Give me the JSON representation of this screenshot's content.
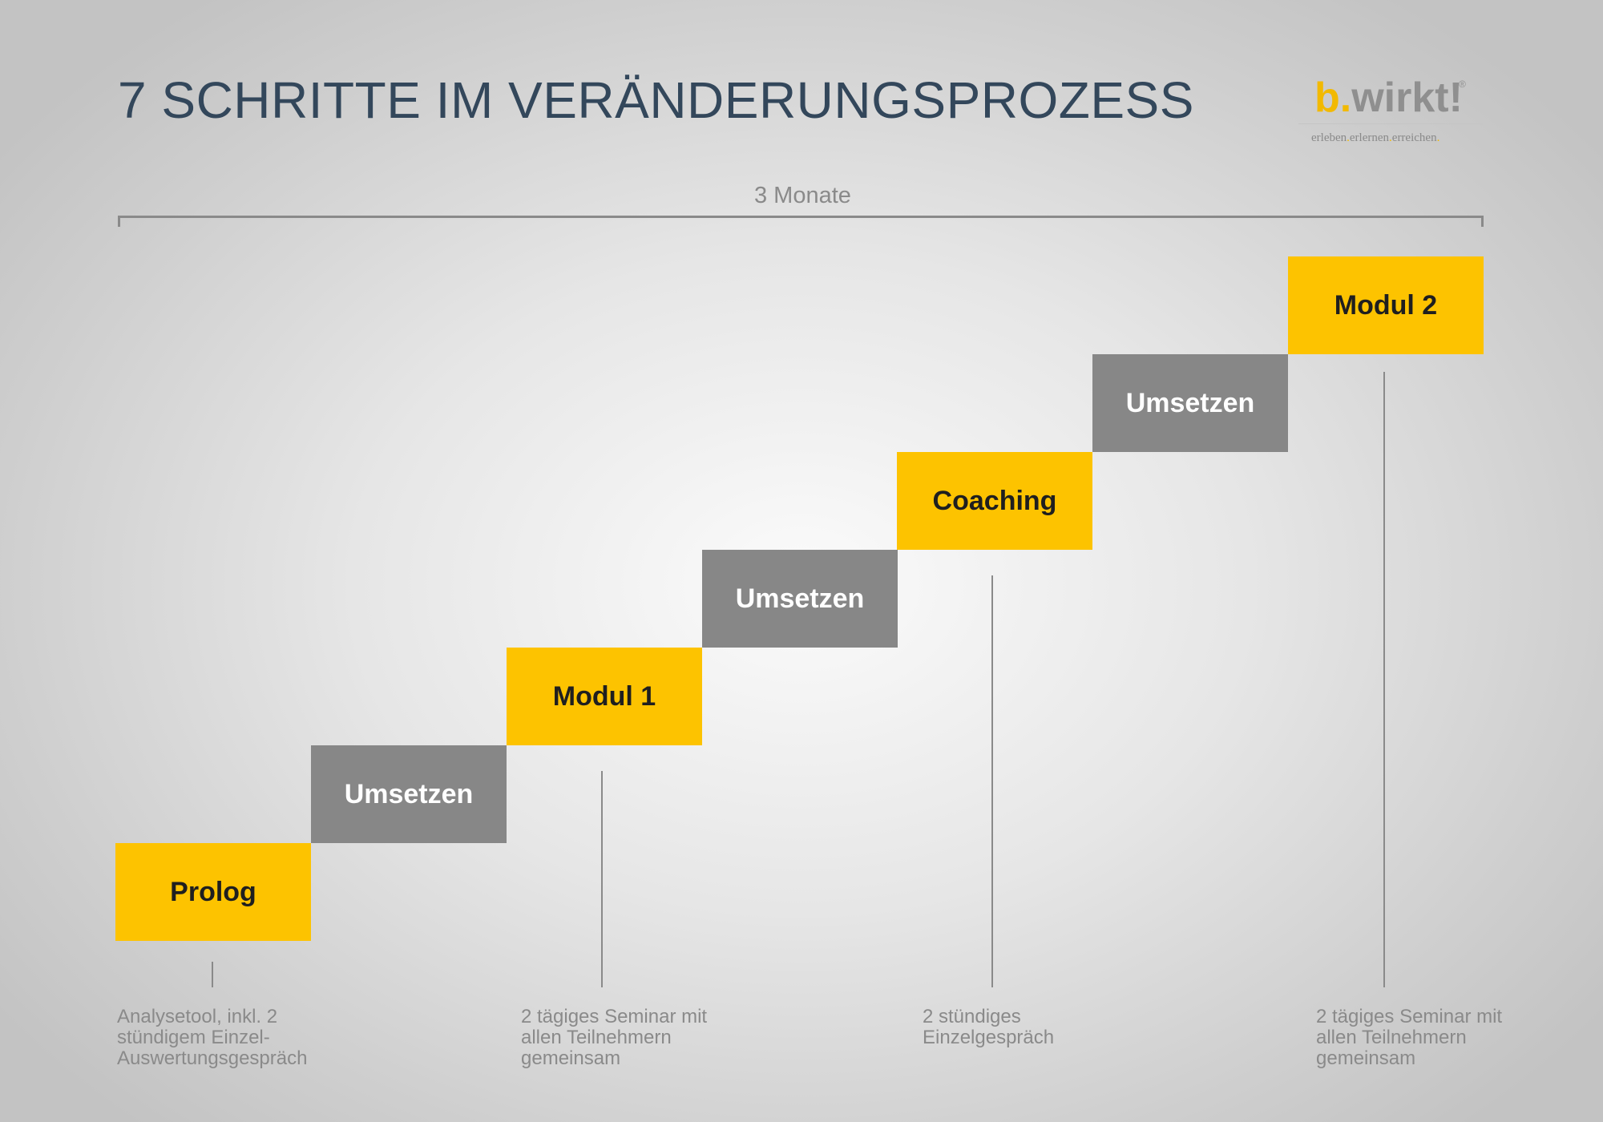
{
  "title": "7 SCHRITTE IM VERÄNDERUNGSPROZESS",
  "logo": {
    "brand_b": "b.",
    "brand_rest": "wirkt!",
    "registered": "®",
    "tagline": [
      "erleben",
      "erlernen",
      "erreichen"
    ],
    "separator": "."
  },
  "timeline": {
    "label": "3 Monate"
  },
  "colors": {
    "yellow": "#fdc300",
    "gray": "#878787",
    "title": "#33475b",
    "text": "#8a8a8a"
  },
  "steps": [
    {
      "label": "Prolog",
      "color": "yellow"
    },
    {
      "label": "Umsetzen",
      "color": "gray"
    },
    {
      "label": "Modul 1",
      "color": "yellow"
    },
    {
      "label": "Umsetzen",
      "color": "gray"
    },
    {
      "label": "Coaching",
      "color": "yellow"
    },
    {
      "label": "Umsetzen",
      "color": "gray"
    },
    {
      "label": "Modul 2",
      "color": "yellow"
    }
  ],
  "notes": [
    {
      "lines": [
        "Analysetool, inkl. 2",
        "stündigem Einzel-",
        "Auswertungsgespräch"
      ]
    },
    {
      "lines": [
        "2 tägiges Seminar mit",
        "allen Teilnehmern",
        "gemeinsam"
      ]
    },
    {
      "lines": [
        "2 stündiges",
        "Einzelgespräch"
      ]
    },
    {
      "lines": [
        "2 tägiges Seminar mit",
        "allen Teilnehmern",
        "gemeinsam"
      ]
    }
  ]
}
